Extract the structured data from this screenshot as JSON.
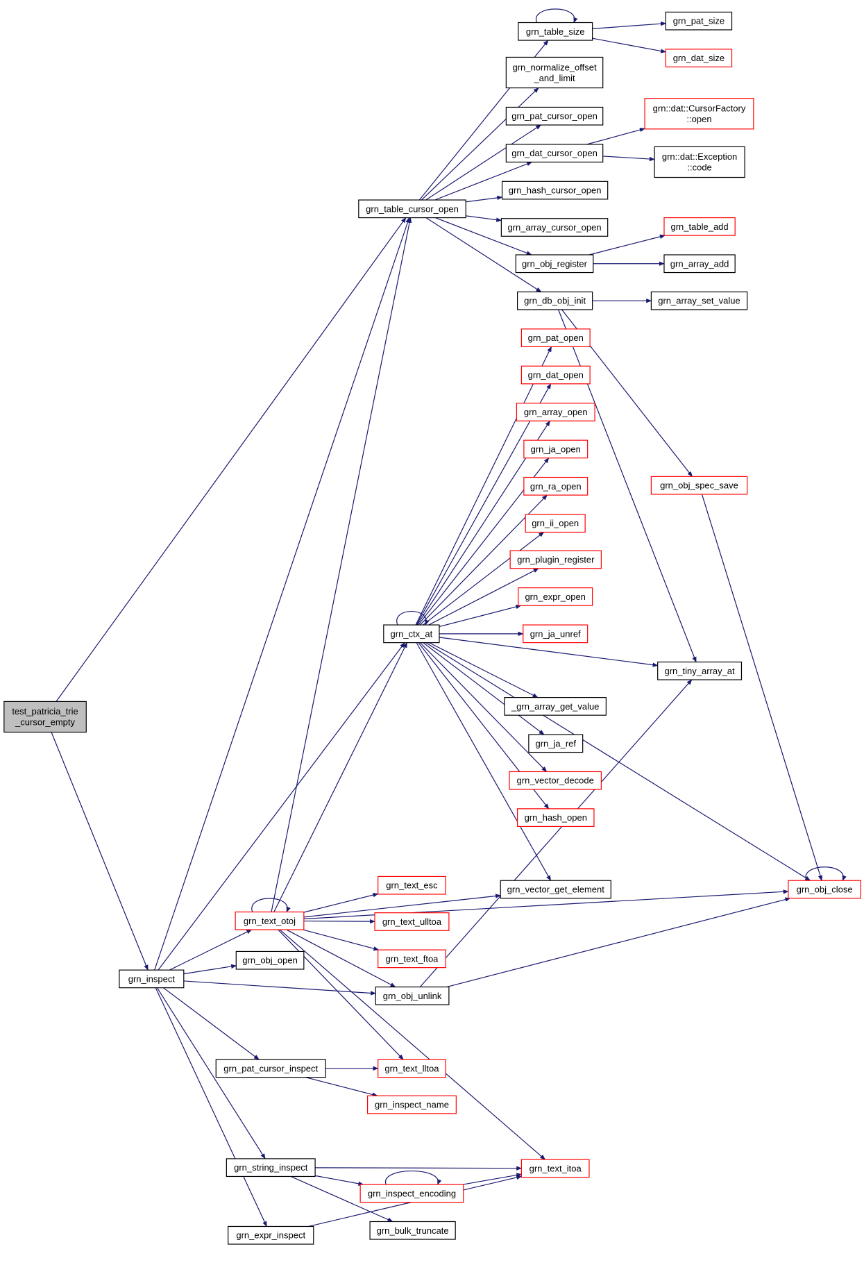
{
  "colors": {
    "edge": "#191970",
    "normal_border": "#000000",
    "truncated_border": "#ff0000",
    "root_fill": "#bfbfbf",
    "node_fill": "#ffffff"
  },
  "nodes": [
    {
      "id": "root",
      "lines": [
        "test_patricia_trie",
        "_cursor_empty"
      ],
      "style": "root"
    },
    {
      "id": "table_cursor_open",
      "lines": [
        "grn_table_cursor_open"
      ],
      "style": "normal"
    },
    {
      "id": "inspect",
      "lines": [
        "grn_inspect"
      ],
      "style": "normal"
    },
    {
      "id": "table_size",
      "lines": [
        "grn_table_size"
      ],
      "style": "normal"
    },
    {
      "id": "pat_size",
      "lines": [
        "grn_pat_size"
      ],
      "style": "normal"
    },
    {
      "id": "dat_size",
      "lines": [
        "grn_dat_size"
      ],
      "style": "truncated"
    },
    {
      "id": "normalize",
      "lines": [
        "grn_normalize_offset",
        "_and_limit"
      ],
      "style": "normal"
    },
    {
      "id": "pat_cursor_open",
      "lines": [
        "grn_pat_cursor_open"
      ],
      "style": "normal"
    },
    {
      "id": "cursorfactory",
      "lines": [
        "grn::dat::CursorFactory",
        "::open"
      ],
      "style": "truncated"
    },
    {
      "id": "dat_cursor_open",
      "lines": [
        "grn_dat_cursor_open"
      ],
      "style": "normal"
    },
    {
      "id": "exception",
      "lines": [
        "grn::dat::Exception",
        "::code"
      ],
      "style": "normal"
    },
    {
      "id": "hash_cursor_open",
      "lines": [
        "grn_hash_cursor_open"
      ],
      "style": "normal"
    },
    {
      "id": "array_cursor_open",
      "lines": [
        "grn_array_cursor_open"
      ],
      "style": "normal"
    },
    {
      "id": "table_add",
      "lines": [
        "grn_table_add"
      ],
      "style": "truncated"
    },
    {
      "id": "obj_register",
      "lines": [
        "grn_obj_register"
      ],
      "style": "normal"
    },
    {
      "id": "array_add",
      "lines": [
        "grn_array_add"
      ],
      "style": "normal"
    },
    {
      "id": "db_obj_init",
      "lines": [
        "grn_db_obj_init"
      ],
      "style": "normal"
    },
    {
      "id": "array_set_value",
      "lines": [
        "grn_array_set_value"
      ],
      "style": "normal"
    },
    {
      "id": "pat_open",
      "lines": [
        "grn_pat_open"
      ],
      "style": "truncated"
    },
    {
      "id": "dat_open",
      "lines": [
        "grn_dat_open"
      ],
      "style": "truncated"
    },
    {
      "id": "array_open",
      "lines": [
        "grn_array_open"
      ],
      "style": "truncated"
    },
    {
      "id": "ja_open",
      "lines": [
        "grn_ja_open"
      ],
      "style": "truncated"
    },
    {
      "id": "ra_open",
      "lines": [
        "grn_ra_open"
      ],
      "style": "truncated"
    },
    {
      "id": "ii_open",
      "lines": [
        "grn_ii_open"
      ],
      "style": "truncated"
    },
    {
      "id": "plugin_register",
      "lines": [
        "grn_plugin_register"
      ],
      "style": "truncated"
    },
    {
      "id": "expr_open",
      "lines": [
        "grn_expr_open"
      ],
      "style": "truncated"
    },
    {
      "id": "ja_unref",
      "lines": [
        "grn_ja_unref"
      ],
      "style": "truncated"
    },
    {
      "id": "obj_spec_save",
      "lines": [
        "grn_obj_spec_save"
      ],
      "style": "truncated"
    },
    {
      "id": "ctx_at",
      "lines": [
        "grn_ctx_at"
      ],
      "style": "normal"
    },
    {
      "id": "tiny_array_at",
      "lines": [
        "grn_tiny_array_at"
      ],
      "style": "normal"
    },
    {
      "id": "array_get_value",
      "lines": [
        "_grn_array_get_value"
      ],
      "style": "normal"
    },
    {
      "id": "ja_ref",
      "lines": [
        "grn_ja_ref"
      ],
      "style": "normal"
    },
    {
      "id": "vector_decode",
      "lines": [
        "grn_vector_decode"
      ],
      "style": "truncated"
    },
    {
      "id": "hash_open",
      "lines": [
        "grn_hash_open"
      ],
      "style": "truncated"
    },
    {
      "id": "vector_get_element",
      "lines": [
        "grn_vector_get_element"
      ],
      "style": "normal"
    },
    {
      "id": "obj_close",
      "lines": [
        "grn_obj_close"
      ],
      "style": "truncated"
    },
    {
      "id": "text_esc",
      "lines": [
        "grn_text_esc"
      ],
      "style": "truncated"
    },
    {
      "id": "text_otoj",
      "lines": [
        "grn_text_otoj"
      ],
      "style": "truncated"
    },
    {
      "id": "text_ulltoa",
      "lines": [
        "grn_text_ulltoa"
      ],
      "style": "truncated"
    },
    {
      "id": "text_ftoa",
      "lines": [
        "grn_text_ftoa"
      ],
      "style": "truncated"
    },
    {
      "id": "obj_open",
      "lines": [
        "grn_obj_open"
      ],
      "style": "normal"
    },
    {
      "id": "obj_unlink",
      "lines": [
        "grn_obj_unlink"
      ],
      "style": "normal"
    },
    {
      "id": "pat_cursor_inspect",
      "lines": [
        "grn_pat_cursor_inspect"
      ],
      "style": "normal"
    },
    {
      "id": "text_lltoa",
      "lines": [
        "grn_text_lltoa"
      ],
      "style": "truncated"
    },
    {
      "id": "inspect_name",
      "lines": [
        "grn_inspect_name"
      ],
      "style": "truncated"
    },
    {
      "id": "string_inspect",
      "lines": [
        "grn_string_inspect"
      ],
      "style": "normal"
    },
    {
      "id": "text_itoa",
      "lines": [
        "grn_text_itoa"
      ],
      "style": "truncated"
    },
    {
      "id": "inspect_encoding",
      "lines": [
        "grn_inspect_encoding"
      ],
      "style": "truncated"
    },
    {
      "id": "bulk_truncate",
      "lines": [
        "grn_bulk_truncate"
      ],
      "style": "normal"
    },
    {
      "id": "expr_inspect",
      "lines": [
        "grn_expr_inspect"
      ],
      "style": "normal"
    }
  ],
  "edges": [
    [
      "root",
      "table_cursor_open"
    ],
    [
      "root",
      "inspect"
    ],
    [
      "table_cursor_open",
      "table_size"
    ],
    [
      "table_cursor_open",
      "normalize"
    ],
    [
      "table_cursor_open",
      "pat_cursor_open"
    ],
    [
      "table_cursor_open",
      "dat_cursor_open"
    ],
    [
      "table_cursor_open",
      "hash_cursor_open"
    ],
    [
      "table_cursor_open",
      "array_cursor_open"
    ],
    [
      "table_cursor_open",
      "obj_register"
    ],
    [
      "table_cursor_open",
      "db_obj_init"
    ],
    [
      "table_size",
      "table_size"
    ],
    [
      "table_size",
      "pat_size"
    ],
    [
      "table_size",
      "dat_size"
    ],
    [
      "dat_cursor_open",
      "cursorfactory"
    ],
    [
      "dat_cursor_open",
      "exception"
    ],
    [
      "obj_register",
      "table_add"
    ],
    [
      "obj_register",
      "array_add"
    ],
    [
      "db_obj_init",
      "array_set_value"
    ],
    [
      "db_obj_init",
      "obj_spec_save"
    ],
    [
      "db_obj_init",
      "tiny_array_at"
    ],
    [
      "obj_spec_save",
      "obj_close"
    ],
    [
      "ctx_at",
      "ctx_at"
    ],
    [
      "ctx_at",
      "pat_open"
    ],
    [
      "ctx_at",
      "dat_open"
    ],
    [
      "ctx_at",
      "array_open"
    ],
    [
      "ctx_at",
      "ja_open"
    ],
    [
      "ctx_at",
      "ra_open"
    ],
    [
      "ctx_at",
      "ii_open"
    ],
    [
      "ctx_at",
      "plugin_register"
    ],
    [
      "ctx_at",
      "expr_open"
    ],
    [
      "ctx_at",
      "ja_unref"
    ],
    [
      "ctx_at",
      "tiny_array_at"
    ],
    [
      "ctx_at",
      "array_get_value"
    ],
    [
      "ctx_at",
      "ja_ref"
    ],
    [
      "ctx_at",
      "vector_decode"
    ],
    [
      "ctx_at",
      "hash_open"
    ],
    [
      "ctx_at",
      "vector_get_element"
    ],
    [
      "ctx_at",
      "obj_close"
    ],
    [
      "obj_close",
      "obj_close"
    ],
    [
      "inspect",
      "table_cursor_open"
    ],
    [
      "inspect",
      "ctx_at"
    ],
    [
      "inspect",
      "text_otoj"
    ],
    [
      "inspect",
      "obj_open"
    ],
    [
      "inspect",
      "obj_unlink"
    ],
    [
      "inspect",
      "pat_cursor_inspect"
    ],
    [
      "inspect",
      "string_inspect"
    ],
    [
      "inspect",
      "expr_inspect"
    ],
    [
      "text_otoj",
      "text_otoj"
    ],
    [
      "text_otoj",
      "table_cursor_open"
    ],
    [
      "text_otoj",
      "ctx_at"
    ],
    [
      "text_otoj",
      "vector_get_element"
    ],
    [
      "text_otoj",
      "obj_close"
    ],
    [
      "text_otoj",
      "text_esc"
    ],
    [
      "text_otoj",
      "text_ulltoa"
    ],
    [
      "text_otoj",
      "text_ftoa"
    ],
    [
      "text_otoj",
      "obj_unlink"
    ],
    [
      "text_otoj",
      "text_lltoa"
    ],
    [
      "text_otoj",
      "text_itoa"
    ],
    [
      "obj_unlink",
      "tiny_array_at"
    ],
    [
      "obj_unlink",
      "obj_close"
    ],
    [
      "pat_cursor_inspect",
      "text_lltoa"
    ],
    [
      "pat_cursor_inspect",
      "inspect_name"
    ],
    [
      "string_inspect",
      "text_itoa"
    ],
    [
      "string_inspect",
      "inspect_encoding"
    ],
    [
      "string_inspect",
      "bulk_truncate"
    ],
    [
      "inspect_encoding",
      "inspect_encoding"
    ],
    [
      "inspect_encoding",
      "text_itoa"
    ],
    [
      "expr_inspect",
      "text_itoa"
    ]
  ]
}
